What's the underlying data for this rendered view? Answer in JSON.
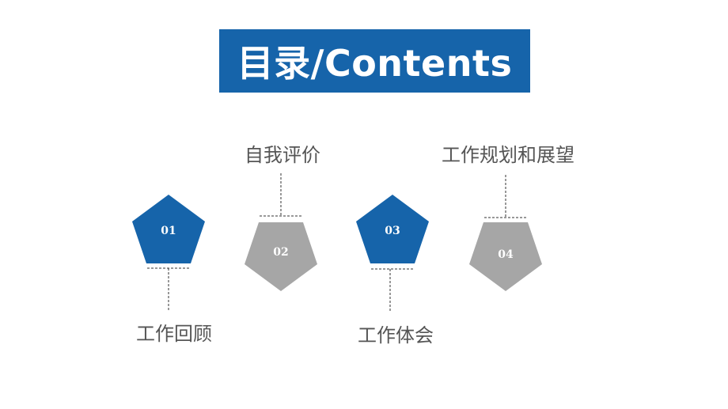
{
  "slide": {
    "title": "目录/Contents",
    "colors": {
      "primary": "#1664aa",
      "secondary": "#a6a6a6",
      "text": "#555555"
    },
    "items": [
      {
        "number": "01",
        "label": "工作回顾",
        "color": "#1664aa"
      },
      {
        "number": "02",
        "label": "自我评价",
        "color": "#a6a6a6"
      },
      {
        "number": "03",
        "label": "工作体会",
        "color": "#1664aa"
      },
      {
        "number": "04",
        "label": "工作规划和展望",
        "color": "#a6a6a6"
      }
    ]
  }
}
